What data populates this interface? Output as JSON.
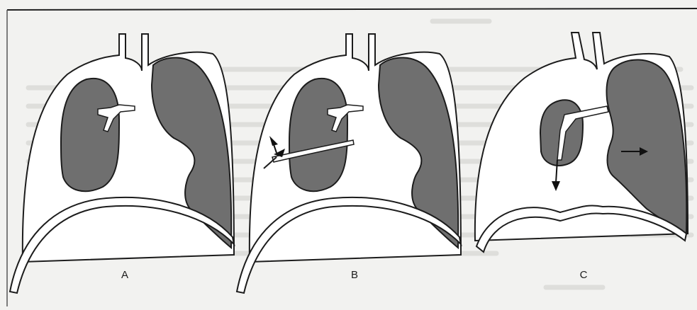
{
  "figure": {
    "panels": [
      {
        "label": "A"
      },
      {
        "label": "B"
      },
      {
        "label": "C"
      }
    ]
  },
  "colors": {
    "background": "#f2f2f0",
    "ghost_text": "#d6d6d3",
    "lung_fill": "#6f6f6f",
    "outline": "#1c1c1c",
    "pleura_fill": "#ffffff"
  }
}
